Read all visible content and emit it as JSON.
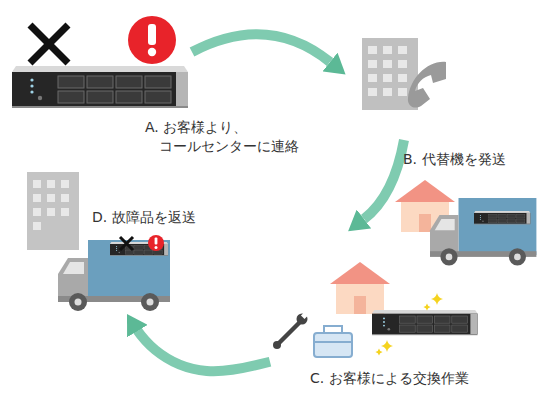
{
  "diagram": {
    "nodes": [
      {
        "text": [
          "A. お客様より、 コールセンターに連絡"
        ]
      },
      {
        "text": [
          "B. 代替機を発送"
        ]
      },
      {
        "text": [
          "C. お客様による交換作業"
        ]
      },
      {
        "text": [
          "D. 故障品を返送"
        ]
      }
    ],
    "edges": [
      {
        "from": 2,
        "to": 3,
        "arrow": "to"
      }
    ]
  }
}
